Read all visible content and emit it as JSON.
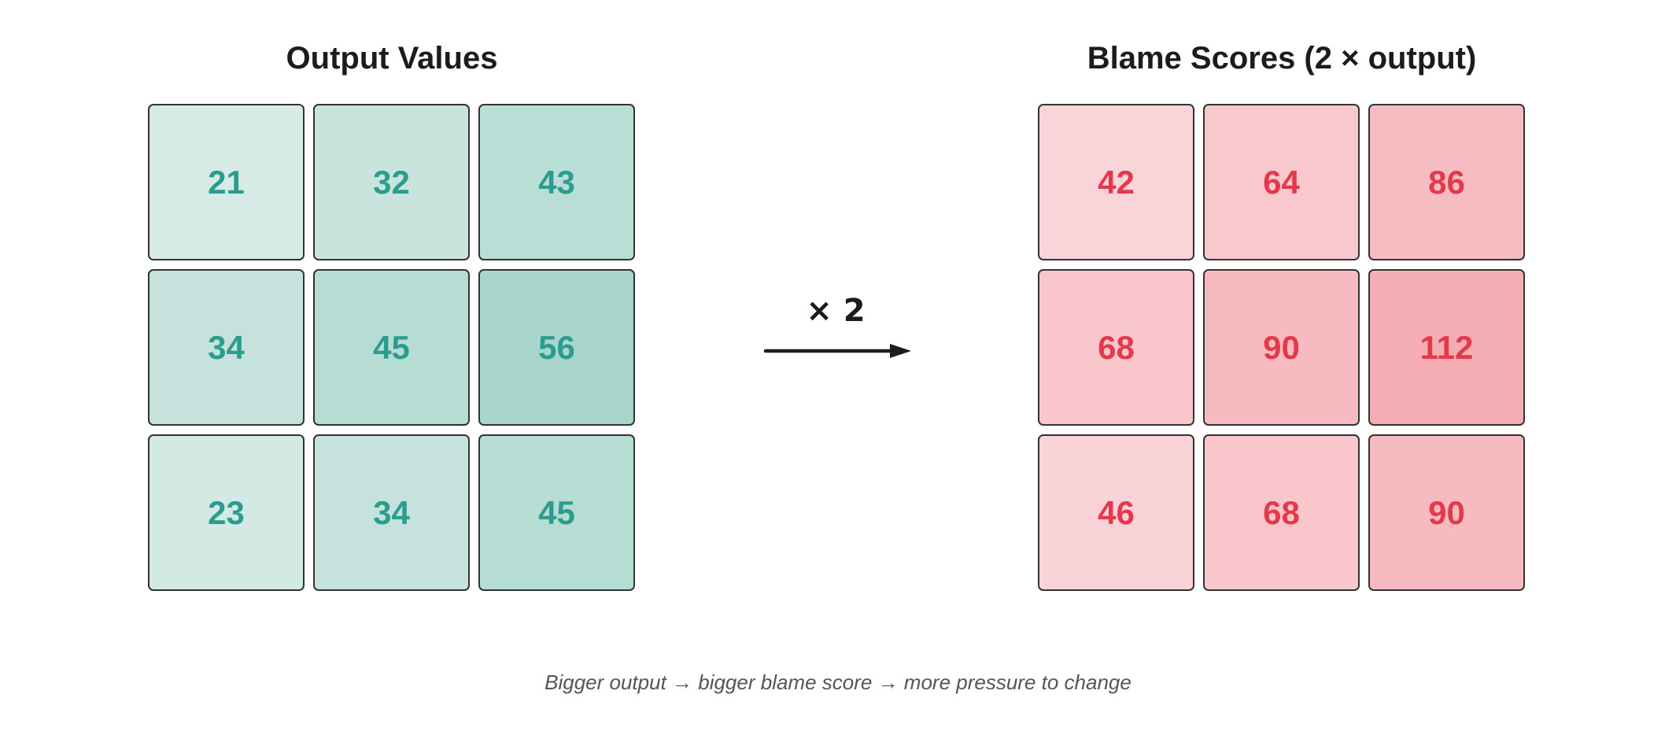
{
  "left_panel": {
    "title": "Output Values",
    "value_color": "#2a9d8f",
    "cells": [
      {
        "value": "21",
        "bg": "#d6ebe5"
      },
      {
        "value": "32",
        "bg": "#c8e4dd"
      },
      {
        "value": "43",
        "bg": "#b9ded5"
      },
      {
        "value": "34",
        "bg": "#c5e3dc"
      },
      {
        "value": "45",
        "bg": "#b6ddd4"
      },
      {
        "value": "56",
        "bg": "#a8d6cc"
      },
      {
        "value": "23",
        "bg": "#d3eae4"
      },
      {
        "value": "34",
        "bg": "#c5e3dc"
      },
      {
        "value": "45",
        "bg": "#b6ddd4"
      }
    ]
  },
  "right_panel": {
    "title": "Blame Scores (2 × output)",
    "value_color": "#e4394a",
    "cells": [
      {
        "value": "42",
        "bg": "#f9d5d9"
      },
      {
        "value": "64",
        "bg": "#f8c8cd"
      },
      {
        "value": "86",
        "bg": "#f6bcc2"
      },
      {
        "value": "68",
        "bg": "#f8c6cb"
      },
      {
        "value": "90",
        "bg": "#f6bac0"
      },
      {
        "value": "112",
        "bg": "#f5adb4"
      },
      {
        "value": "46",
        "bg": "#f9d3d7"
      },
      {
        "value": "68",
        "bg": "#f8c6cb"
      },
      {
        "value": "90",
        "bg": "#f6bac0"
      }
    ]
  },
  "transform": {
    "label": "× 2",
    "arrow_color": "#1c1c1c"
  },
  "caption": "Bigger output → bigger blame score → more pressure to change",
  "colors": {
    "background": "#ffffff",
    "cell_border": "#333333",
    "title_text": "#1c1c1c",
    "caption_text": "#555555",
    "teal_value_text": "#2a9d8f",
    "red_value_text": "#e4394a"
  }
}
